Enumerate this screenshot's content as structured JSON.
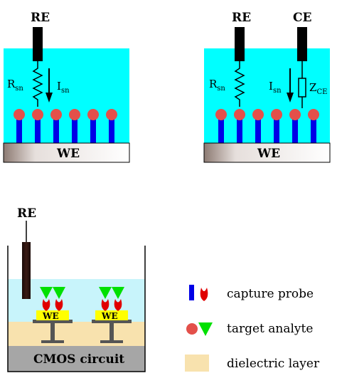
{
  "panel_a": {
    "re": "RE",
    "r_sym": "R",
    "r_sub": "sn",
    "i_sym": "I",
    "i_sub": "sn",
    "we": "WE"
  },
  "panel_b": {
    "re": "RE",
    "ce": "CE",
    "r_sym": "R",
    "r_sub": "sn",
    "i_sym": "I",
    "i_sub": "sn",
    "z_sym": "Z",
    "z_sub": "CE",
    "we": "WE"
  },
  "panel_c": {
    "re": "RE",
    "we": "WE",
    "cmos": "CMOS circuit"
  },
  "legend": {
    "capture_probe": "capture probe",
    "target_analyte": "target analyte",
    "dielectric_layer": "dielectric layer"
  },
  "colors": {
    "solution": "#00ffff",
    "solution_light": "#c8f4fb",
    "probe": "#0000e6",
    "probe_tip": "#e3504a",
    "analyte_triangle": "#00e000",
    "analyte_red": "#e00000",
    "dielectric": "#f8e2ae",
    "cmos": "#a6a6a6",
    "we_pad": "#ffff00",
    "electrode": "#000000"
  }
}
